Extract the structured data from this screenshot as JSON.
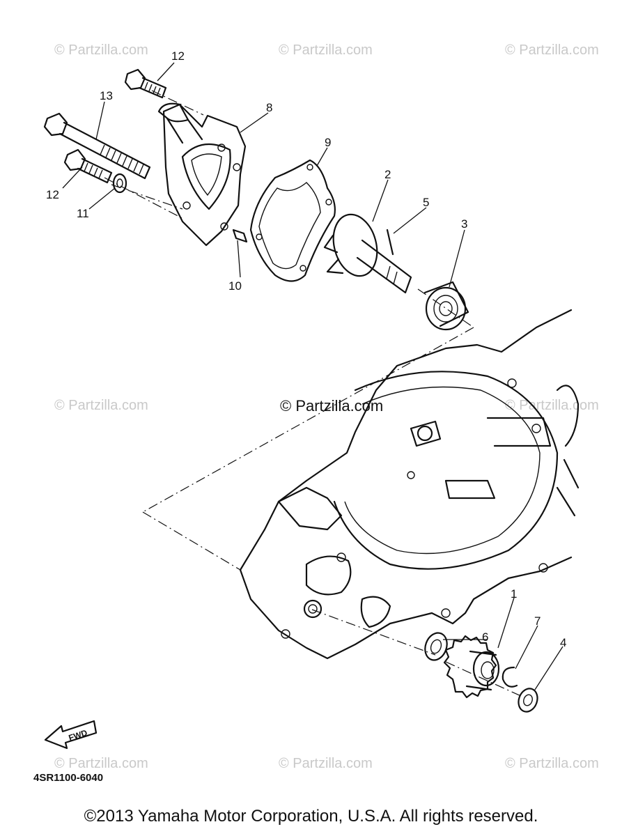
{
  "watermarks": {
    "text": "© Partzilla.com",
    "color": "#c9c9c9",
    "center_color": "#111111"
  },
  "callouts": {
    "c1": "1",
    "c2": "2",
    "c3": "3",
    "c4": "4",
    "c5": "5",
    "c6": "6",
    "c7": "7",
    "c8": "8",
    "c9": "9",
    "c10": "10",
    "c11": "11",
    "c12a": "12",
    "c12b": "12",
    "c13": "13"
  },
  "fwd_label": "FWD",
  "diagram_code": "4SR1100-6040",
  "copyright": "©2013  Yamaha Motor Corporation, U.S.A. All rights reserved.",
  "icons": {
    "fwd": "fwd-arrow-icon"
  }
}
